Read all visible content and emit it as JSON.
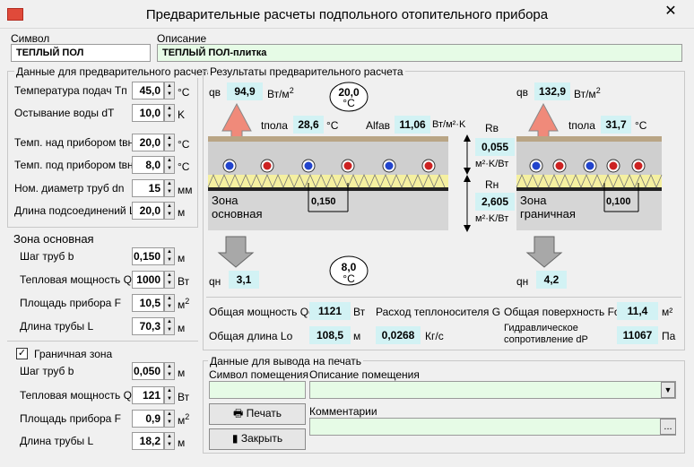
{
  "window": {
    "title": "Предварительные расчеты подпольного отопительного прибора",
    "close_glyph": "✕",
    "app_icon": "app-icon"
  },
  "header": {
    "symbol_label": "Символ",
    "symbol_value": "ТЕПЛЫЙ ПОЛ",
    "desc_label": "Описание",
    "desc_value": "ТЕПЛЫЙ ПОЛ-плитка"
  },
  "prelim": {
    "legend": "Данные для предварительного расчета",
    "fields": [
      {
        "label": "Температура подач  Tп",
        "value": "45,0",
        "unit": "°C"
      },
      {
        "label": "Остывание воды dT",
        "value": "10,0",
        "unit": "K"
      },
      {
        "label": "Темп. над прибором tвнв",
        "value": "20,0",
        "unit": "°C"
      },
      {
        "label": "Темп. под прибором tвнн",
        "value": "8,0",
        "unit": "°C"
      },
      {
        "label": "Ном. диаметр труб dn",
        "value": "15",
        "unit": "мм"
      },
      {
        "label": "Длина подсоединений Ln",
        "value": "20,0",
        "unit": "м"
      }
    ]
  },
  "zone_main": {
    "title": "Зона основная",
    "fields": [
      {
        "label": "Шаг труб b",
        "value": "0,150",
        "unit": "м"
      },
      {
        "label": "Тепловая мощность Qo",
        "value": "1000",
        "unit": "Вт"
      },
      {
        "label": "Площадь прибора F",
        "value": "10,5",
        "unit": "м",
        "sup": "2"
      },
      {
        "label": "Длина трубы L",
        "value": "70,3",
        "unit": "м"
      }
    ]
  },
  "zone_border": {
    "title": "Граничная зона",
    "checked": "✓",
    "fields": [
      {
        "label": "Шаг труб b",
        "value": "0,050",
        "unit": "м"
      },
      {
        "label": "Тепловая мощность Qo",
        "value": "121",
        "unit": "Вт"
      },
      {
        "label": "Площадь прибора F",
        "value": "0,9",
        "unit": "м",
        "sup": "2"
      },
      {
        "label": "Длина трубы L",
        "value": "18,2",
        "unit": "м"
      }
    ]
  },
  "results": {
    "legend": "Результаты предварительного расчета",
    "qv_label": "qв",
    "qv_main": "94,9",
    "qv_border": "132,9",
    "qunit": "Вт/м",
    "qsup": "2",
    "temp_top": "20,0",
    "temp_bottom": "8,0",
    "temp_unit": "°C",
    "tpola_label": "tпола",
    "tpola_main": "28,6",
    "tpola_border": "31,7",
    "tunit": "°C",
    "alfa_label": "Alfaв",
    "alfa_value": "11,06",
    "alfa_unit": "Вт/м²·K",
    "rv_label": "Rв",
    "rv_value": "0,055",
    "rn_label": "Rн",
    "rn_value": "2,605",
    "r_unit": "м²·K/Вт",
    "zone_main_line1": "Зона",
    "zone_main_line2": "основная",
    "pitch_main": "0,150",
    "zone_border_line1": "Зона",
    "zone_border_line2": "граничная",
    "pitch_border": "0,100",
    "qn_label": "qн",
    "qn_main": "3,1",
    "qn_border": "4,2",
    "total_power_label": "Общая мощность Qo",
    "total_power": "1121",
    "total_power_unit": "Вт",
    "flow_label": "Расход теплоносителя G",
    "flow_value": "0,0268",
    "flow_unit": "Кг/с",
    "area_label": "Общая поверхность Fo",
    "area_value": "11,4",
    "area_unit": "м²",
    "length_label": "Общая длина Lo",
    "length_value": "108,5",
    "length_unit": "м",
    "dp_label1": "Гидравлическое",
    "dp_label2": "сопротивление dP",
    "dp_value": "11067",
    "dp_unit": "Па"
  },
  "print": {
    "legend": "Данные для вывода на печать",
    "room_symbol_label": "Символ помещения",
    "room_symbol_value": "",
    "room_desc_label": "Описание помещения",
    "room_desc_value": "",
    "comments_label": "Комментарии",
    "comments_value": "",
    "print_button": "Печать",
    "close_button": "Закрыть",
    "dropdown_glyph": "▼",
    "ellipsis": "..."
  },
  "colors": {
    "accent_output": "#d2f2f4",
    "arrow_up": "#f08a7a",
    "arrow_down": "#a8a8a8",
    "pipe_blue": "#2244cc",
    "pipe_red": "#cc2222",
    "insulation": "#f5f0a0"
  }
}
